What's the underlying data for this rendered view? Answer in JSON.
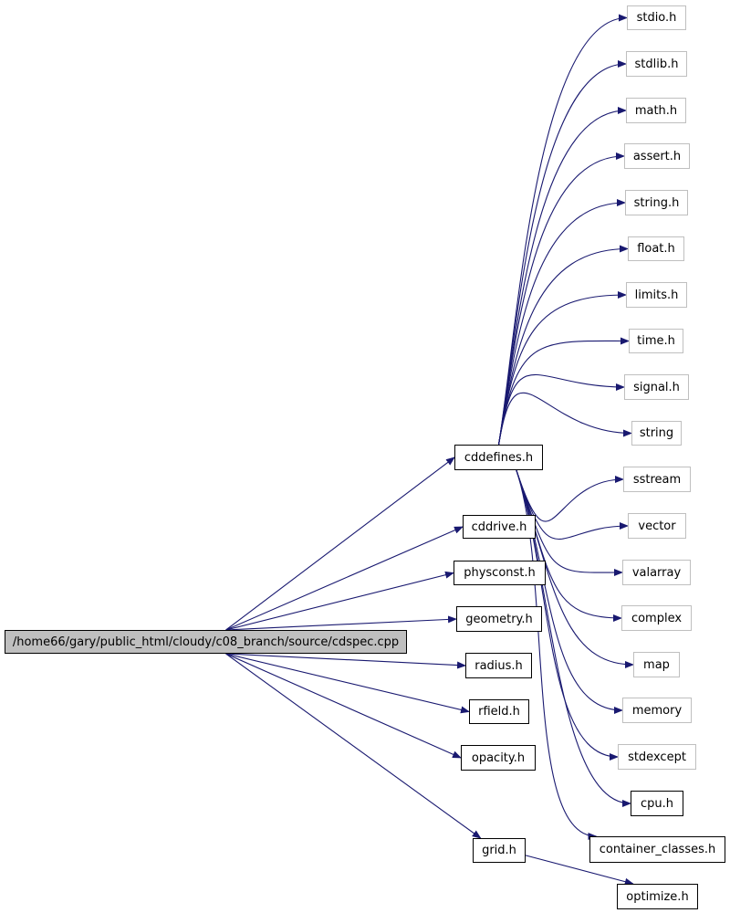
{
  "colors": {
    "edge": "#191970",
    "documented_border": "#000000",
    "external_border": "#bfbfbf",
    "root_fill": "#bfbfbf"
  },
  "nodes": {
    "root": "/home66/gary/public_html/cloudy/c08_branch/source/cdspec.cpp",
    "cddefines": "cddefines.h",
    "cddrive": "cddrive.h",
    "physconst": "physconst.h",
    "geometry": "geometry.h",
    "radius": "radius.h",
    "rfield": "rfield.h",
    "opacity": "opacity.h",
    "grid": "grid.h",
    "optimize": "optimize.h",
    "stdio": "stdio.h",
    "stdlib": "stdlib.h",
    "math": "math.h",
    "assert": "assert.h",
    "string_h": "string.h",
    "float": "float.h",
    "limits": "limits.h",
    "time": "time.h",
    "signal": "signal.h",
    "string": "string",
    "sstream": "sstream",
    "vector": "vector",
    "valarray": "valarray",
    "complex": "complex",
    "map": "map",
    "memory": "memory",
    "stdexcept": "stdexcept",
    "cpu": "cpu.h",
    "container_classes": "container_classes.h"
  },
  "edges": [
    [
      "root",
      "cddefines"
    ],
    [
      "root",
      "cddrive"
    ],
    [
      "root",
      "physconst"
    ],
    [
      "root",
      "geometry"
    ],
    [
      "root",
      "radius"
    ],
    [
      "root",
      "rfield"
    ],
    [
      "root",
      "opacity"
    ],
    [
      "root",
      "grid"
    ],
    [
      "grid",
      "optimize"
    ],
    [
      "cddefines",
      "stdio"
    ],
    [
      "cddefines",
      "stdlib"
    ],
    [
      "cddefines",
      "math"
    ],
    [
      "cddefines",
      "assert"
    ],
    [
      "cddefines",
      "string_h"
    ],
    [
      "cddefines",
      "float"
    ],
    [
      "cddefines",
      "limits"
    ],
    [
      "cddefines",
      "time"
    ],
    [
      "cddefines",
      "signal"
    ],
    [
      "cddefines",
      "string"
    ],
    [
      "cddefines",
      "sstream"
    ],
    [
      "cddefines",
      "vector"
    ],
    [
      "cddefines",
      "valarray"
    ],
    [
      "cddefines",
      "complex"
    ],
    [
      "cddefines",
      "map"
    ],
    [
      "cddefines",
      "memory"
    ],
    [
      "cddefines",
      "stdexcept"
    ],
    [
      "cddefines",
      "cpu"
    ],
    [
      "cddefines",
      "container_classes"
    ]
  ]
}
